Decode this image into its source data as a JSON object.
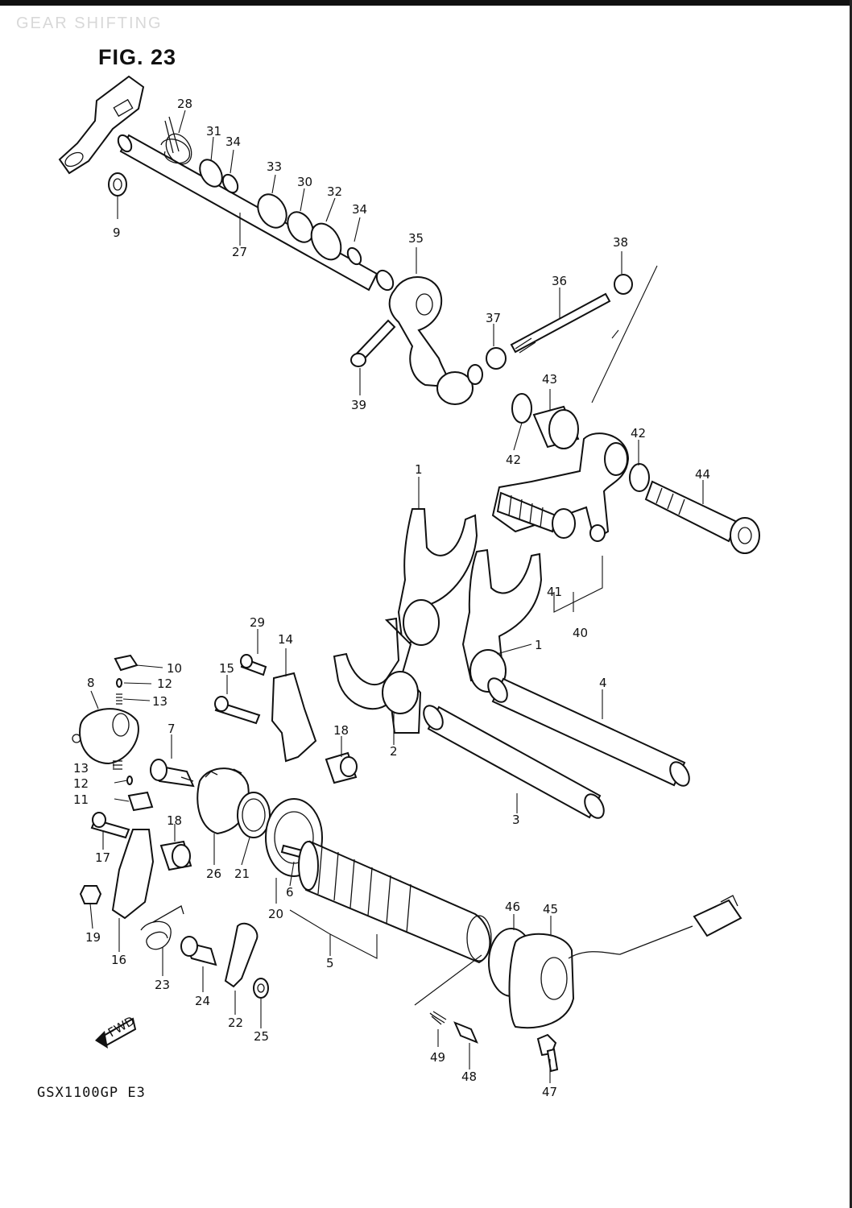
{
  "header": {
    "faint_title": "GEAR SHIFTING",
    "figure_title": "FIG. 23"
  },
  "footer": {
    "model_code": "GSX1100GP E3",
    "fwd_label": "FWD"
  },
  "callouts": {
    "c28": "28",
    "c31": "31",
    "c34a": "34",
    "c33": "33",
    "c30": "30",
    "c32": "32",
    "c34b": "34",
    "c9": "9",
    "c27": "27",
    "c35": "35",
    "c36": "36",
    "c38": "38",
    "c37": "37",
    "c39": "39",
    "c43": "43",
    "c42a": "42",
    "c42b": "42",
    "c44": "44",
    "c1a": "1",
    "c1b": "1",
    "c41": "41",
    "c40": "40",
    "c29": "29",
    "c14": "14",
    "c15": "15",
    "c10": "10",
    "c8": "8",
    "c12a": "12",
    "c13a": "13",
    "c7": "7",
    "c18a": "18",
    "c2": "2",
    "c4": "4",
    "c13b": "13",
    "c12b": "12",
    "c11": "11",
    "c3": "3",
    "c17": "17",
    "c18b": "18",
    "c26": "26",
    "c21": "21",
    "c6": "6",
    "c20": "20",
    "c46": "46",
    "c45": "45",
    "c19": "19",
    "c16": "16",
    "c5": "5",
    "c23": "23",
    "c24": "24",
    "c22": "22",
    "c25": "25",
    "c49": "49",
    "c48": "48",
    "c47": "47"
  }
}
